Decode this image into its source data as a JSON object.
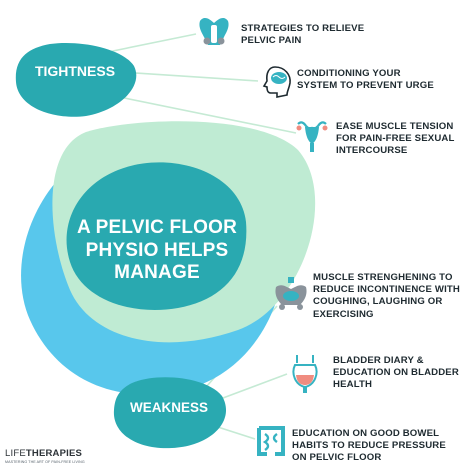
{
  "colors": {
    "teal": "#29a9b0",
    "sky_blue": "#58c7ec",
    "mint": "#bfebd3",
    "line": "#c5ead4",
    "text": "#1e2a30",
    "icon_teal": "#36b3c2",
    "icon_coral": "#f08c80",
    "icon_grey": "#8a939b"
  },
  "center": {
    "title": "A PELVIC FLOOR\nPHYSIO HELPS\nMANAGE"
  },
  "tightness": {
    "label": "TIGHTNESS",
    "items": [
      {
        "icon": "pelvis-icon",
        "text": "STRATEGIES TO RELIEVE\nPELVIC PAIN"
      },
      {
        "icon": "brain-head-icon",
        "text": "CONDITIONING YOUR\nSYSTEM TO PREVENT URGE"
      },
      {
        "icon": "uterus-icon",
        "text": "EASE MUSCLE TENSION\nFOR PAIN-FREE SEXUAL\nINTERCOURSE"
      }
    ]
  },
  "weakness": {
    "label": "WEAKNESS",
    "items": [
      {
        "icon": "pelvic-muscle-icon",
        "text": "MUSCLE STRENGHENING TO\nREDUCE INCONTINENCE WITH\nCOUGHING, LAUGHING OR\nEXERCISING"
      },
      {
        "icon": "bladder-icon",
        "text": "BLADDER DIARY &\nEDUCATION ON BLADDER\nHEALTH"
      },
      {
        "icon": "intestine-icon",
        "text": "EDUCATION ON GOOD BOWEL\nHABITS TO REDUCE PRESSURE\nON PELVIC FLOOR"
      }
    ]
  },
  "logo": {
    "name_prefix": "LIFE",
    "name_main": "THERAPIES",
    "tagline": "MASTERING THE ART OF PAIN-FREE LIVING"
  }
}
